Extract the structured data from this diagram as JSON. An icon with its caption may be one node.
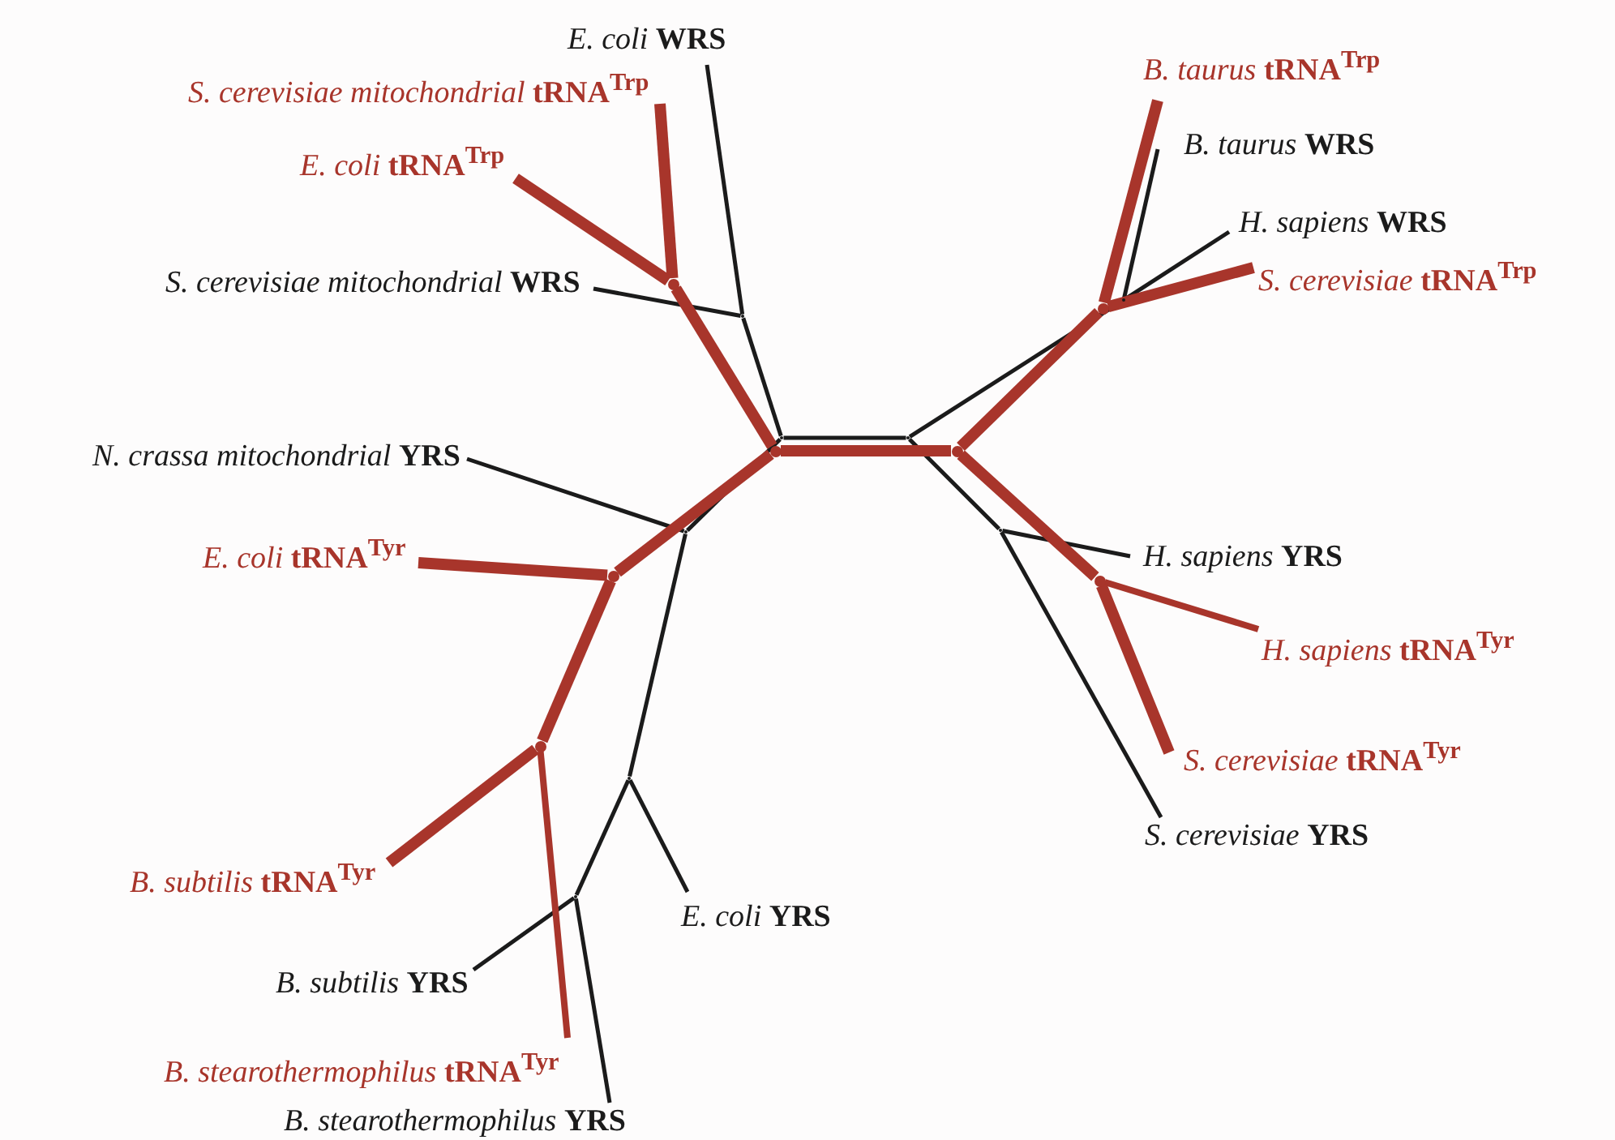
{
  "diagram": {
    "nodes": [
      {
        "text": [
          "*E. coli* **WRS**"
        ]
      },
      {
        "text": [
          "*S. cerevisiae mitochondrial* **tRNA**$^{Trp}$"
        ]
      },
      {
        "text": [
          "*B. taurus* **tRNA**$^{Trp}$"
        ]
      },
      {
        "text": [
          "*B. taurus* **WRS**"
        ]
      },
      {
        "text": [
          "*E. coli* **tRNA**$^{Trp}$"
        ]
      },
      {
        "text": [
          "*H. sapiens* **WRS**"
        ]
      },
      {
        "text": [
          "*S. cerevisiae mitochondrial* **WRS**"
        ]
      },
      {
        "text": [
          "*S. cerevisiae* **tRNA**$^{Trp}$"
        ]
      },
      {
        "text": [
          "*N. crassa mitochondrial* **YRS**"
        ]
      },
      {
        "text": [
          "*E. coli* **tRNA**$^{Tyr}$"
        ]
      },
      {
        "text": [
          "*H. sapiens* **YRS**"
        ]
      },
      {
        "text": [
          "*H. sapiens* **tRNA**$^{Tyr}$"
        ]
      },
      {
        "text": [
          "*S. cerevisiae* **tRNA**$^{Tyr}$"
        ]
      },
      {
        "text": [
          "*S. cerevisiae* **YRS**"
        ]
      },
      {
        "text": [
          "*B. subtilis* **tRNA**$^{Tyr}$"
        ]
      },
      {
        "text": [
          "*E. coli* **YRS**"
        ]
      },
      {
        "text": [
          "*B. subtilis* **YRS**"
        ]
      },
      {
        "text": [
          "*B. stearothermophilus* **tRNA**$^{Tyr}$"
        ]
      },
      {
        "text": [
          "*B. stearothermophilus* **YRS**"
        ]
      },
      {
        "text": [],
        "shape": "dot"
      },
      {
        "text": [],
        "shape": "dot"
      },
      {
        "text": [],
        "shape": "dot"
      },
      {
        "text": [],
        "shape": "dot"
      },
      {
        "text": [],
        "shape": "dot"
      },
      {
        "text": [],
        "shape": "dot"
      },
      {
        "text": [],
        "shape": "dot"
      },
      {
        "text": [],
        "shape": "dot"
      },
      {
        "text": [],
        "shape": "dot"
      },
      {
        "text": [],
        "shape": "dot"
      },
      {
        "text": [],
        "shape": "dot"
      },
      {
        "text": [],
        "shape": "dot"
      },
      {
        "text": [],
        "shape": "dot"
      },
      {
        "text": [],
        "shape": "dot"
      },
      {
        "text": [],
        "shape": "dot"
      }
    ],
    "edges": [
      {
        "from": 19,
        "to": 20,
        "arrow": "none"
      },
      {
        "from": 20,
        "to": 21,
        "arrow": "none"
      },
      {
        "from": 21,
        "to": 3,
        "arrow": "none"
      },
      {
        "from": 21,
        "to": 5,
        "arrow": "none"
      },
      {
        "from": 20,
        "to": 22,
        "arrow": "none"
      },
      {
        "from": 22,
        "to": 10,
        "arrow": "none"
      },
      {
        "from": 22,
        "to": 13,
        "arrow": "none"
      },
      {
        "from": 19,
        "to": 23,
        "arrow": "none"
      },
      {
        "from": 23,
        "to": 0,
        "arrow": "none"
      },
      {
        "from": 23,
        "to": 6,
        "arrow": "none"
      },
      {
        "from": 19,
        "to": 24,
        "arrow": "none"
      },
      {
        "from": 24,
        "to": 8,
        "arrow": "none"
      },
      {
        "from": 24,
        "to": 25,
        "arrow": "none"
      },
      {
        "from": 25,
        "to": 15,
        "arrow": "none"
      },
      {
        "from": 25,
        "to": 26,
        "arrow": "none"
      },
      {
        "from": 26,
        "to": 16,
        "arrow": "none"
      },
      {
        "from": 26,
        "to": 18,
        "arrow": "none"
      },
      {
        "from": 27,
        "to": 28,
        "arrow": "none",
        "style": "thick",
        "color": "#a8352b"
      },
      {
        "from": 28,
        "to": 29,
        "arrow": "none",
        "style": "thick",
        "color": "#a8352b"
      },
      {
        "from": 29,
        "to": 2,
        "arrow": "none",
        "style": "thick",
        "color": "#a8352b"
      },
      {
        "from": 29,
        "to": 7,
        "arrow": "none",
        "style": "thick",
        "color": "#a8352b"
      },
      {
        "from": 28,
        "to": 30,
        "arrow": "none",
        "style": "thick",
        "color": "#a8352b"
      },
      {
        "from": 30,
        "to": 11,
        "arrow": "none",
        "color": "#a8352b"
      },
      {
        "from": 30,
        "to": 12,
        "arrow": "none",
        "style": "thick",
        "color": "#a8352b"
      },
      {
        "from": 27,
        "to": 31,
        "arrow": "none",
        "style": "thick",
        "color": "#a8352b"
      },
      {
        "from": 31,
        "to": 1,
        "arrow": "none",
        "style": "thick",
        "color": "#a8352b"
      },
      {
        "from": 31,
        "to": 4,
        "arrow": "none",
        "style": "thick",
        "color": "#a8352b"
      },
      {
        "from": 27,
        "to": 32,
        "arrow": "none",
        "style": "thick",
        "color": "#a8352b"
      },
      {
        "from": 32,
        "to": 9,
        "arrow": "none",
        "style": "thick",
        "color": "#a8352b"
      },
      {
        "from": 32,
        "to": 33,
        "arrow": "none",
        "style": "thick",
        "color": "#a8352b"
      },
      {
        "from": 33,
        "to": 14,
        "arrow": "none",
        "style": "thick",
        "color": "#a8352b"
      },
      {
        "from": 33,
        "to": 17,
        "arrow": "none",
        "color": "#a8352b"
      }
    ]
  }
}
